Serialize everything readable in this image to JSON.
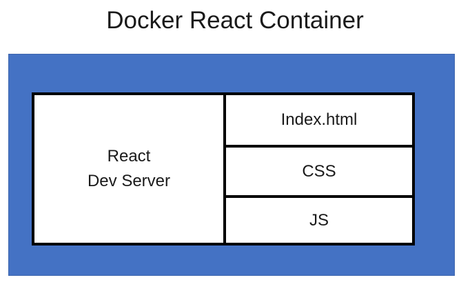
{
  "diagram": {
    "title": "Docker React Container",
    "container": {
      "fill_color": "#4472c4",
      "left_block": {
        "label": "React\nDev Server"
      },
      "right_blocks": [
        {
          "label": "Index.html"
        },
        {
          "label": "CSS"
        },
        {
          "label": "JS"
        }
      ]
    }
  }
}
